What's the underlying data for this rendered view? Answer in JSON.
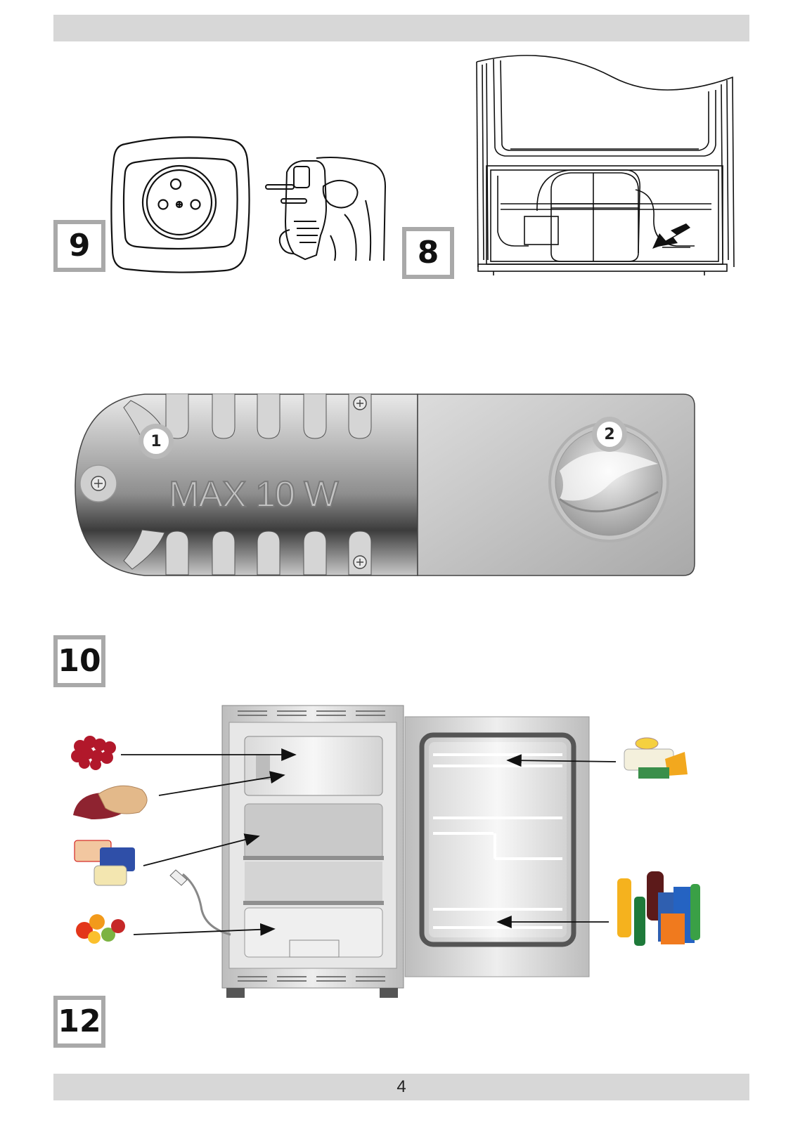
{
  "header": {
    "bar_color": "#d7d7d7"
  },
  "figures": {
    "fig9": {
      "number": "9"
    },
    "fig8": {
      "number": "8"
    },
    "fig10": {
      "number": "10"
    },
    "fig12": {
      "number": "12"
    }
  },
  "lamp_cover": {
    "label": "MAX 10 W",
    "callout_1": "1",
    "callout_2": "2"
  },
  "footer": {
    "page_number": "4"
  },
  "icons": [
    "socket-icon",
    "plug-icon",
    "screw-icon",
    "arrow-icon",
    "fridge-icon",
    "food-icon"
  ]
}
